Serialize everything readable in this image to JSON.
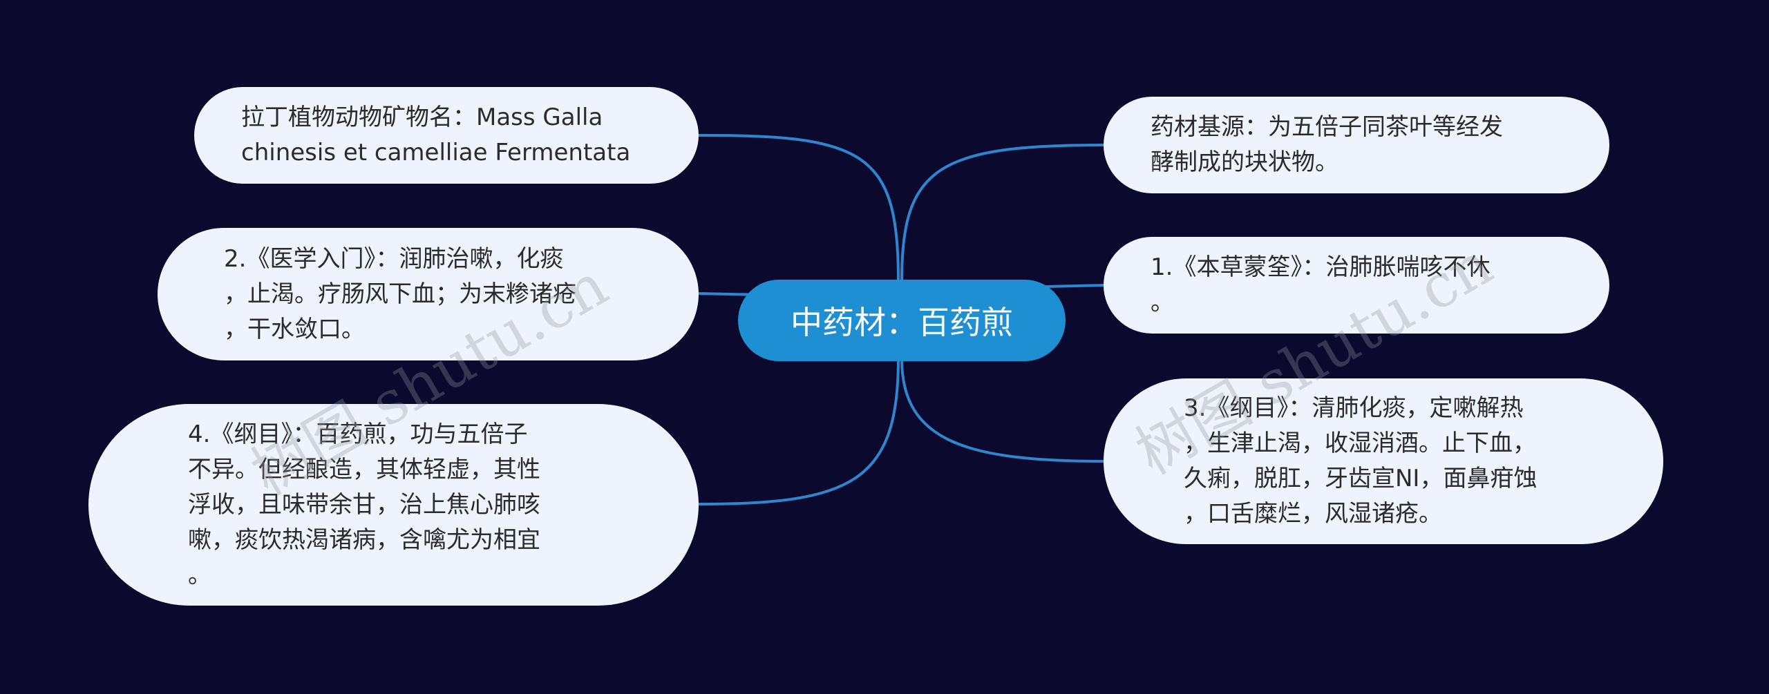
{
  "root": {
    "label": "中药材：百药煎"
  },
  "left_nodes": [
    {
      "id": "latin-name",
      "text": "拉丁植物动物矿物名：Mass Galla\nchinesis et camelliae Fermentata"
    },
    {
      "id": "yixue-rumen",
      "text": "2.《医学入门》：润肺治嗽，化痰\n，止渴。疗肠风下血；为末糁诸疮\n，干水敛口。"
    },
    {
      "id": "gangmu-4",
      "text": "4.《纲目》：百药煎，功与五倍子\n不异。但经酿造，其体轻虚，其性\n浮收，且味带余甘，治上焦心肺咳\n嗽，痰饮热渴诸病，含噙尤为相宜\n。"
    }
  ],
  "right_nodes": [
    {
      "id": "source",
      "text": "药材基源：为五倍子同茶叶等经发\n酵制成的块状物。"
    },
    {
      "id": "bencao-mengquan",
      "text": "1.《本草蒙筌》：治肺胀喘咳不休\n。"
    },
    {
      "id": "gangmu-3",
      "text": "3.《纲目》：清肺化痰，定嗽解热\n，生津止渴，收湿消酒。止下血，\n久痢，脱肛，牙齿宣NI，面鼻疳蚀\n，口舌糜烂，风湿诸疮。"
    }
  ],
  "watermark": "树图 shutu.cn",
  "colors": {
    "background": "#0b0a2e",
    "root": "#1e8fd2",
    "node": "#eef3fd",
    "edge": "#2f86cf"
  }
}
